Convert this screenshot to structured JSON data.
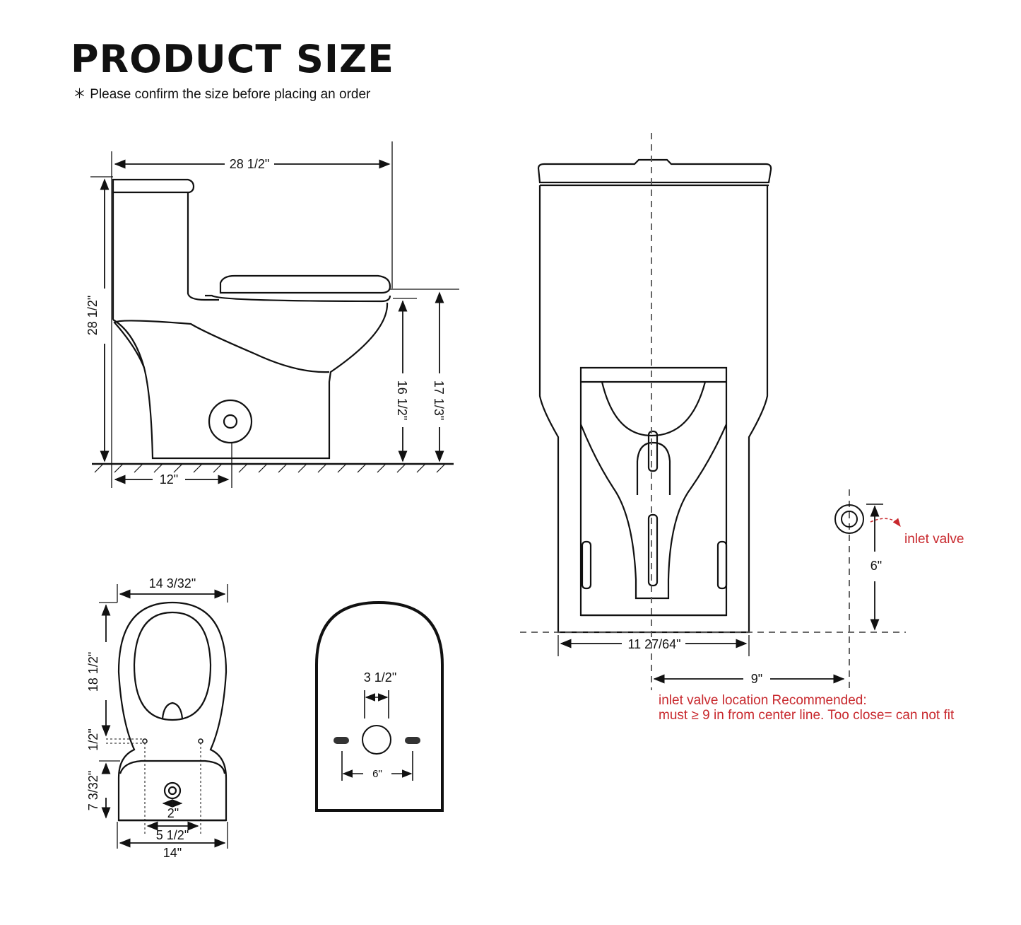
{
  "header": {
    "title": "PRODUCT SIZE",
    "subtitle": "＊ Please confirm the size before placing an order"
  },
  "side_view": {
    "overall_length": "28 1/2\"",
    "overall_height": "28 1/2\"",
    "bowl_height": "16 1/2\"",
    "seat_height": "17 1/3\"",
    "rough_in": "12\""
  },
  "top_view": {
    "tank_width": "14 3/32\"",
    "bowl_length": "18 1/2\"",
    "bolt_offset": "1/2\"",
    "rear_depth": "7 3/32\"",
    "outlet": "2\"",
    "bolt_spacing": "5 1/2\"",
    "base_width": "14\""
  },
  "bottom_view": {
    "outlet_diameter": "3 1/2\"",
    "bolt_spacing": "6\""
  },
  "front_view": {
    "base_width": "11 27/64\"",
    "inlet_height": "6\"",
    "inlet_offset": "9\"",
    "inlet_label": "inlet valve",
    "note_line1": "inlet valve location Recommended:",
    "note_line2": "must ≥ 9 in from center line. Too close= can not fit"
  },
  "colors": {
    "line": "#111111",
    "accent_red": "#c8282d",
    "dash": "#555555"
  }
}
